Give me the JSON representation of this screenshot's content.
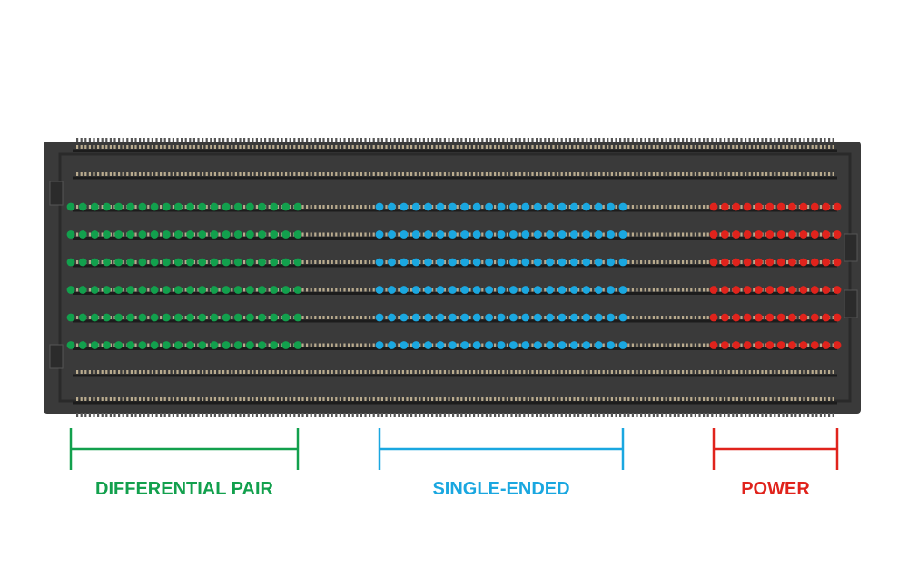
{
  "connector": {
    "body_color": "#3a3a3a",
    "rail_color": "#1c1c1c",
    "contact_color": "#b9ab8e",
    "signal_rows": 6
  },
  "zones": [
    {
      "id": "differential-pair",
      "label": "DIFFERENTIAL PAIR",
      "color": "#12a04d",
      "contacts_per_row": 20
    },
    {
      "id": "single-ended",
      "label": "SINGLE-ENDED",
      "color": "#1aa7e0",
      "contacts_per_row": 21
    },
    {
      "id": "power",
      "label": "POWER",
      "color": "#e0231c",
      "contacts_per_row": 12
    }
  ]
}
